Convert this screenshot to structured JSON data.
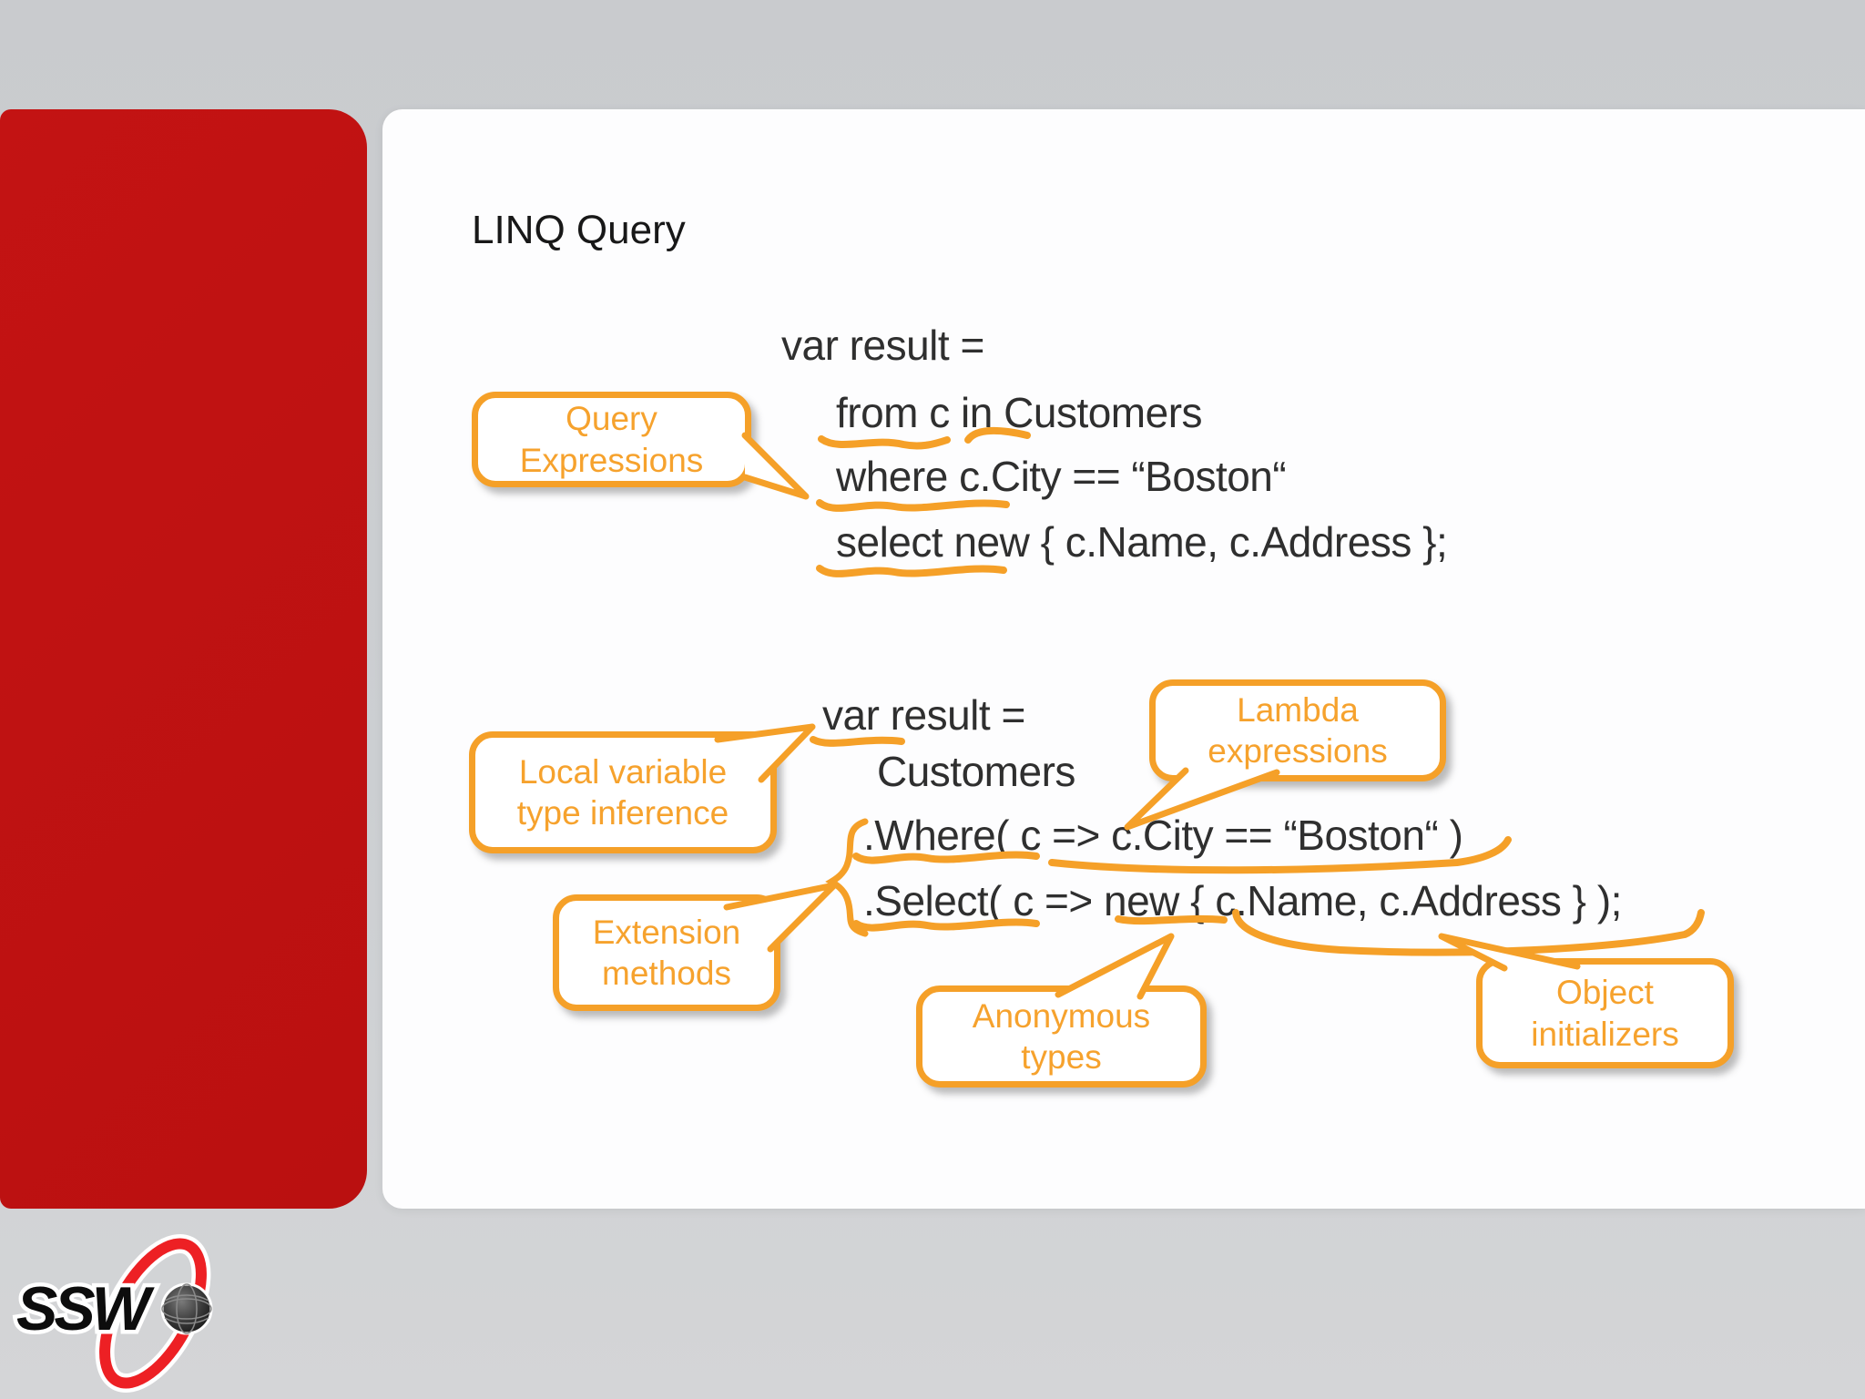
{
  "slide": {
    "title": "LINQ Query",
    "query_syntax_block": {
      "lines": [
        "var result =",
        "from c in Customers",
        "where c.City == “Boston“",
        "select new { c.Name, c.Address };"
      ]
    },
    "method_syntax_block": {
      "lines": [
        "var result =",
        "Customers",
        ".Where( c => c.City == “Boston“ )",
        ".Select( c => new { c.Name, c.Address } );"
      ]
    },
    "callouts": {
      "query_expressions": {
        "line1": "Query",
        "line2": "Expressions"
      },
      "local_variable": {
        "line1": "Local variable",
        "line2": "type inference"
      },
      "extension_methods": {
        "line1": "Extension",
        "line2": "methods"
      },
      "lambda_expressions": {
        "line1": "Lambda",
        "line2": "expressions"
      },
      "anonymous_types": {
        "line1": "Anonymous",
        "line2": "types"
      },
      "object_initializers": {
        "line1": "Object",
        "line2": "initializers"
      }
    },
    "logo": {
      "text": "SSW"
    },
    "colors": {
      "brand_red": "#C01313",
      "accent_orange": "#F5A028",
      "code_text": "#2F2F2F",
      "background_gray": "#CCCFD2",
      "panel_white": "#FDFDFE"
    }
  }
}
